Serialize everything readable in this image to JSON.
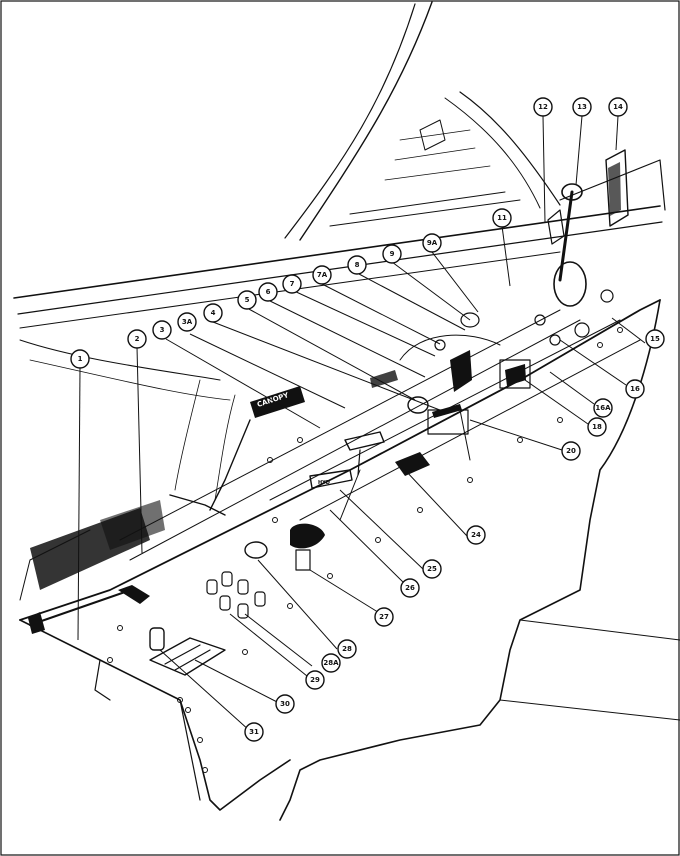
{
  "diagram": {
    "panel_labels": {
      "canopy": "CANOPY",
      "lever_marking": "HYD"
    },
    "callouts": [
      {
        "id": "c1",
        "label": "1"
      },
      {
        "id": "c2",
        "label": "2"
      },
      {
        "id": "c3",
        "label": "3"
      },
      {
        "id": "c3a",
        "label": "3A"
      },
      {
        "id": "c4",
        "label": "4"
      },
      {
        "id": "c5",
        "label": "5"
      },
      {
        "id": "c6",
        "label": "6"
      },
      {
        "id": "c7",
        "label": "7"
      },
      {
        "id": "c7a",
        "label": "7A"
      },
      {
        "id": "c8",
        "label": "8"
      },
      {
        "id": "c9",
        "label": "9"
      },
      {
        "id": "c9a",
        "label": "9A"
      },
      {
        "id": "c11",
        "label": "11"
      },
      {
        "id": "c12",
        "label": "12"
      },
      {
        "id": "c13",
        "label": "13"
      },
      {
        "id": "c14",
        "label": "14"
      },
      {
        "id": "c15",
        "label": "15"
      },
      {
        "id": "c16",
        "label": "16"
      },
      {
        "id": "c16a",
        "label": "16A"
      },
      {
        "id": "c18",
        "label": "18"
      },
      {
        "id": "c20",
        "label": "20"
      },
      {
        "id": "c24",
        "label": "24"
      },
      {
        "id": "c25",
        "label": "25"
      },
      {
        "id": "c26",
        "label": "26"
      },
      {
        "id": "c27",
        "label": "27"
      },
      {
        "id": "c28",
        "label": "28"
      },
      {
        "id": "c28a",
        "label": "28A"
      },
      {
        "id": "c29",
        "label": "29"
      },
      {
        "id": "c30",
        "label": "30"
      },
      {
        "id": "c31",
        "label": "31"
      }
    ]
  }
}
